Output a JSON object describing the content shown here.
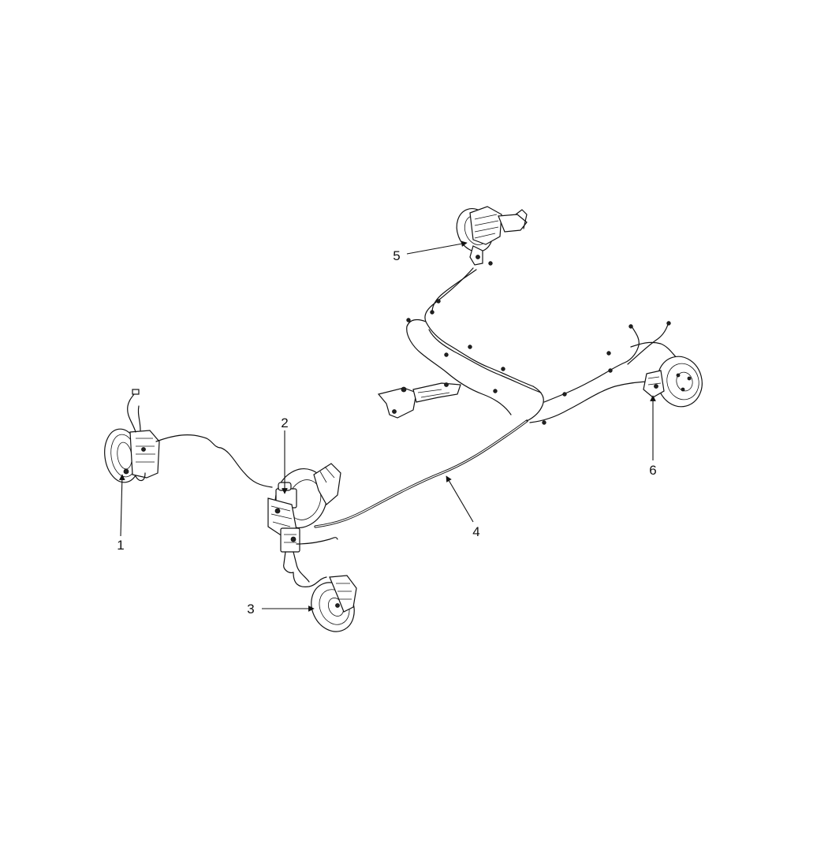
{
  "callouts": [
    {
      "id": "front-left-brake",
      "label": "1"
    },
    {
      "id": "master-cylinder",
      "label": "2"
    },
    {
      "id": "front-right-brake",
      "label": "3"
    },
    {
      "id": "brake-line",
      "label": "4"
    },
    {
      "id": "rear-left-brake",
      "label": "5"
    },
    {
      "id": "rear-right-brake",
      "label": "6"
    }
  ]
}
